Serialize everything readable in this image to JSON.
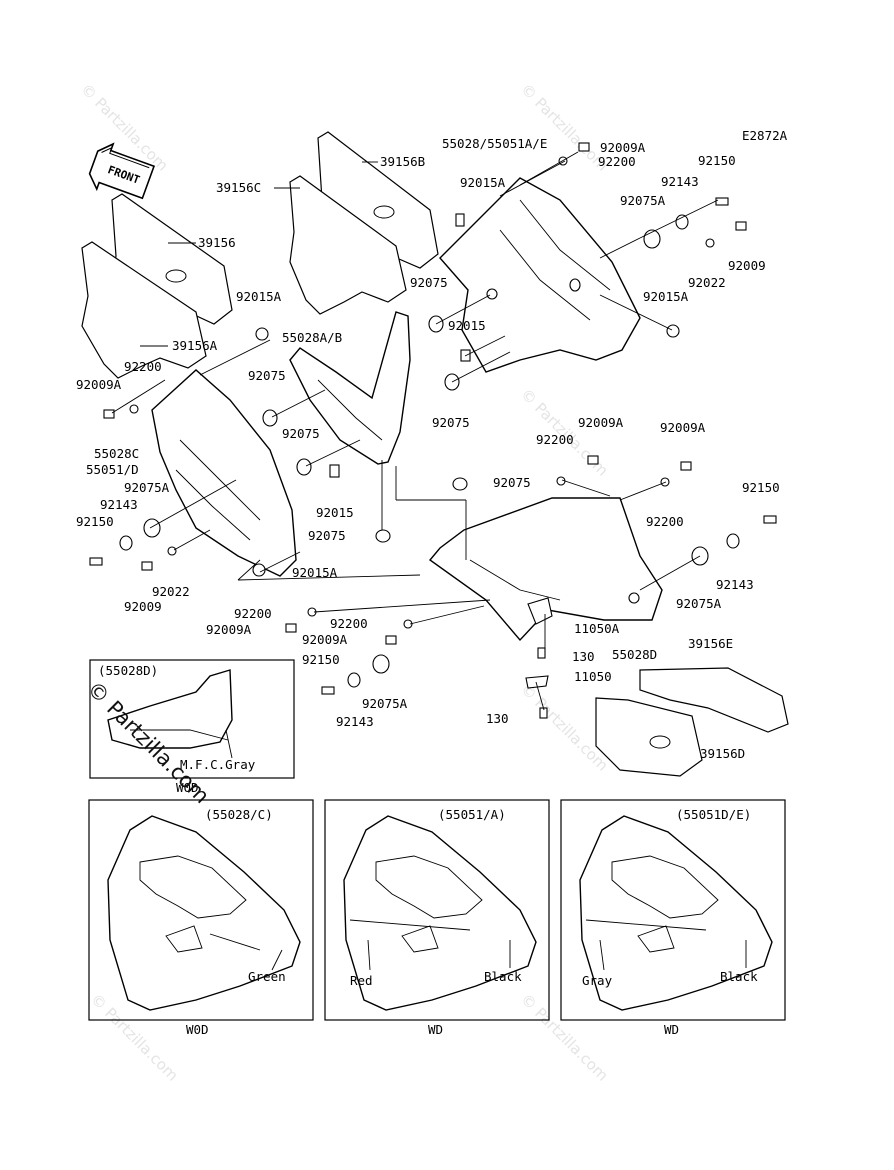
{
  "diagram_code": "E2872A",
  "front_label": "FRONT",
  "watermark": "© Partzilla.com",
  "callouts": {
    "c39156B": "39156B",
    "c39156C": "39156C",
    "c39156": "39156",
    "c39156A": "39156A",
    "c55028_55051AE": "55028/55051A/E",
    "c92009A_top": "92009A",
    "c92200_top": "92200",
    "c92015A_top": "92015A",
    "c92150_tr": "92150",
    "c92143_tr": "92143",
    "c92075A_tr": "92075A",
    "c92009_tr": "92009",
    "c92022_tr": "92022",
    "c92015A_right": "92015A",
    "c92075_a": "92075",
    "c92015_mid": "92015",
    "c92075_b": "92075",
    "c92015A_left": "92015A",
    "c55028AB": "55028A/B",
    "c92075_c": "92075",
    "c92200_left": "92200",
    "c92009A_left": "92009A",
    "c92075_d": "92075",
    "c55028C": "55028C",
    "c55051D": "55051/D",
    "c92075A_left": "92075A",
    "c92143_left": "92143",
    "c92150_left": "92150",
    "c92015_low": "92015",
    "c92075_e": "92075",
    "c92075_f": "92075",
    "c92022_left": "92022",
    "c92009_left": "92009",
    "c92015A_bottom": "92015A",
    "c92200_mr": "92200",
    "c92009A_mr": "92009A",
    "c92009A_far": "92009A",
    "c92200_r2": "92200",
    "c92150_r2": "92150",
    "c92143_r2": "92143",
    "c92075A_r2": "92075A",
    "c92200_b1": "92200",
    "c92009A_b1": "92009A",
    "c92200_b2": "92200",
    "c92009A_b2": "92009A",
    "c92150_b": "92150",
    "c92143_b": "92143",
    "c92075A_b": "92075A",
    "c11050A": "11050A",
    "c130_a": "130",
    "c55028D": "55028D",
    "c39156E": "39156E",
    "c11050": "11050",
    "c130_b": "130",
    "c39156D": "39156D"
  },
  "inset_small": {
    "title": "(55028D)",
    "color_label": "M.F.C.Gray",
    "caption": "W0D"
  },
  "variants": [
    {
      "title": "(55028/C)",
      "colors": [
        "Green"
      ],
      "caption": "W0D"
    },
    {
      "title": "(55051/A)",
      "colors": [
        "Red",
        "Black"
      ],
      "caption": "WD"
    },
    {
      "title": "(55051D/E)",
      "colors": [
        "Gray",
        "Black"
      ],
      "caption": "WD"
    }
  ]
}
